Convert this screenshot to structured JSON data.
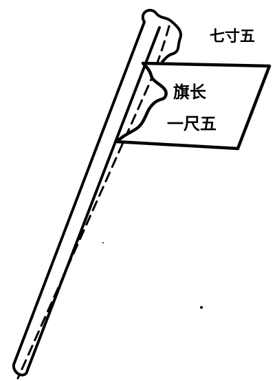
{
  "diagram": {
    "labels": {
      "top_right": "七寸五",
      "flag_line1": "旗长",
      "flag_line2": "一尺五"
    },
    "colors": {
      "ink": "#000000",
      "paper": "#ffffff"
    }
  }
}
